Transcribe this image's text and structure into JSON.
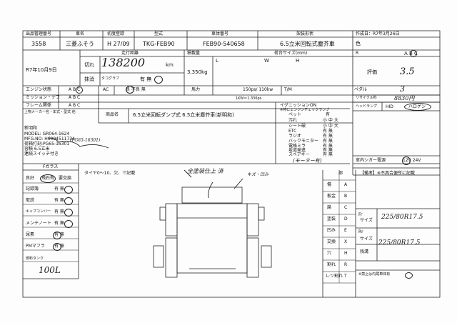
{
  "header": {
    "mgmt_no_label": "出品管理番号",
    "maker_label": "車名",
    "first_reg_label": "初度登録",
    "model_label": "型式",
    "chassis_label": "車体番号",
    "body_type_label": "架装形状",
    "created_date": "作成日：R7年3月26日"
  },
  "vehicle": {
    "mgmt_no": "3558",
    "maker": "三菱ふそう",
    "first_reg": "H 27/09",
    "model": "TKG-FEB90",
    "chassis_no": "FEB90-540658",
    "body_type": "6.5立米回転式塵芥車",
    "color_label": "色"
  },
  "row3": {
    "mileage_label": "走行距離",
    "load_label": "積載量",
    "bed_dims_label": "荷台サイズ(mm)",
    "grade_label": "R",
    "grade_options": "A  B  C",
    "cut_label": "切れ",
    "replaced_label": "抹消",
    "tacho": "タコグラフ",
    "replaced_options": "有  無",
    "mileage_value": "138200",
    "mileage_unit": "km",
    "load_value": "3,350kg",
    "dim_l": "L",
    "dim_w": "W",
    "dim_h": "H",
    "score_label": "評価",
    "score_value": "3.5",
    "inspection_date": "R7年10月9日"
  },
  "engine": {
    "engine_label": "エンジン状態",
    "grades": "A  B  C",
    "ac_label": "AC",
    "ac_options": "良  不良  無",
    "power_label": "馬力",
    "power_value": "150ps/ 110kw",
    "tm_label": "T/M",
    "pedal_label": "ペダル",
    "pedal_value": "3",
    "kw_conversion": "1KW＝1.336ps",
    "mission_label": "ミッション・デフ",
    "frame_label": "フレーム関係",
    "maker_note": "上物メーカー名・年式・型式 他"
  },
  "product": {
    "label": "商品名",
    "name": "6.5立米回転ダンプ式 6.5立米塵芥車(新明和)"
  },
  "equipment": {
    "ignition": "イグニッションON",
    "engine_check": "※特にエンジンチェックランプ",
    "bed": "ベット",
    "dirt": "汚れ",
    "seat": "シート破",
    "etc": "ETC",
    "radio": "ラジオ",
    "backmonitor": "バックモニター",
    "mirror": "電格ミラ",
    "slope": "坂道発進",
    "spare": "スペアキー",
    "bed_val": "有",
    "dirt_val": "小 中 大",
    "seat_val": "小 中 大",
    "yes_no": "有  無",
    "spare_val": "有  無",
    "motor_note": "(モーター有)"
  },
  "right": {
    "cycle_label": "リサイクル料",
    "cycle_value": "8830円",
    "headlamp_label": "ヘッドランプ",
    "headlamp_hid": "HID",
    "headlamp_halogen": "ハロゲン",
    "cigar_label": "室内シガー電源",
    "cigar_options": "12V  24V"
  },
  "notes": {
    "maker": "新明和",
    "model": "MODEL: GR064-1624",
    "mfg": "MFG.NO: H6094511734",
    "bed": "荷箱打刻:PG65-16301",
    "capacity": "容積 6.5立米",
    "switch": "連続スイッチ付き",
    "handwritten": "(PG65-16301)"
  },
  "options": {
    "f_glass": "Fガラス",
    "good": "良好",
    "cracked": "飛石有",
    "replace": "要交換",
    "record_label": "記録簿",
    "manual_label": "取説",
    "cab_label": "キャブコンバー",
    "maint_label": "メンテノート",
    "urea_label": "尿素",
    "pm_label": "PMマフラ",
    "yes_no": "有  無",
    "fuel_tank": "燃料タンク",
    "fuel_value": "100L"
  },
  "diagram": {
    "tire_note": "タイヤ0〜10、欠、で記載",
    "note1": "全塗装仕上 済",
    "note2": "キズ・凹み"
  },
  "damage": {
    "head": "部",
    "rows": [
      {
        "label": "傷",
        "code": "A"
      },
      {
        "label": "板金",
        "code": "B"
      },
      {
        "label": "腐",
        "code": "C"
      },
      {
        "label": "塗装",
        "code": "D"
      },
      {
        "label": "凹み",
        "code": "E"
      },
      {
        "label": "交換",
        "code": "X"
      },
      {
        "label": "穴",
        "code": "H"
      },
      {
        "label": "割れ",
        "code": "R"
      },
      {
        "label": "レツ割れ",
        "code": "T"
      }
    ]
  },
  "remarks": {
    "head": "【備考】※不具合便所に記載",
    "fr": "Fr",
    "rr": "Rr",
    "size_label": "サイズ",
    "tire_front": "225/80R17.5",
    "tire_rear": "225/80R17.5",
    "tread_label": "残溝",
    "scratch_label": "",
    "internal_note": "※禁止は内蔵車体有"
  }
}
